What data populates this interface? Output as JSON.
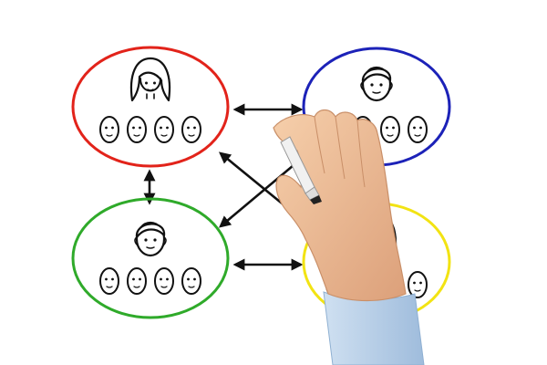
{
  "colors": {
    "group_top_left": "#e2231a",
    "group_top_right": "#1c22b8",
    "group_bottom_left": "#2faa2a",
    "group_bottom_right": "#f2e313",
    "ink": "#111111",
    "skin": "#f0c39c",
    "skin_shadow": "#d9a27c",
    "sleeve": "#bcd3ea",
    "marker_body": "#f4f4f4"
  },
  "groups": [
    {
      "id": "top-left",
      "leader_icon": "woman-long-hair-icon",
      "member_count": 4,
      "color_key": "group_top_left"
    },
    {
      "id": "top-right",
      "leader_icon": "man-head-icon",
      "member_count": 4,
      "color_key": "group_top_right"
    },
    {
      "id": "bottom-left",
      "leader_icon": "man-head-icon",
      "member_count": 4,
      "color_key": "group_bottom_left"
    },
    {
      "id": "bottom-right",
      "leader_icon": "woman-long-hair-icon",
      "member_count": 4,
      "color_key": "group_bottom_right"
    }
  ],
  "connections": [
    {
      "from": "top-left",
      "to": "top-right",
      "icon": "double-arrow-icon"
    },
    {
      "from": "bottom-left",
      "to": "bottom-right",
      "icon": "double-arrow-icon"
    },
    {
      "from": "top-left",
      "to": "bottom-left",
      "icon": "double-arrow-icon"
    },
    {
      "from": "top-right",
      "to": "bottom-right",
      "icon": "double-arrow-icon"
    },
    {
      "from": "top-left",
      "to": "bottom-right",
      "icon": "double-arrow-icon"
    },
    {
      "from": "top-right",
      "to": "bottom-left",
      "icon": "double-arrow-icon"
    }
  ],
  "hand_icon": "hand-drawing-marker-icon"
}
